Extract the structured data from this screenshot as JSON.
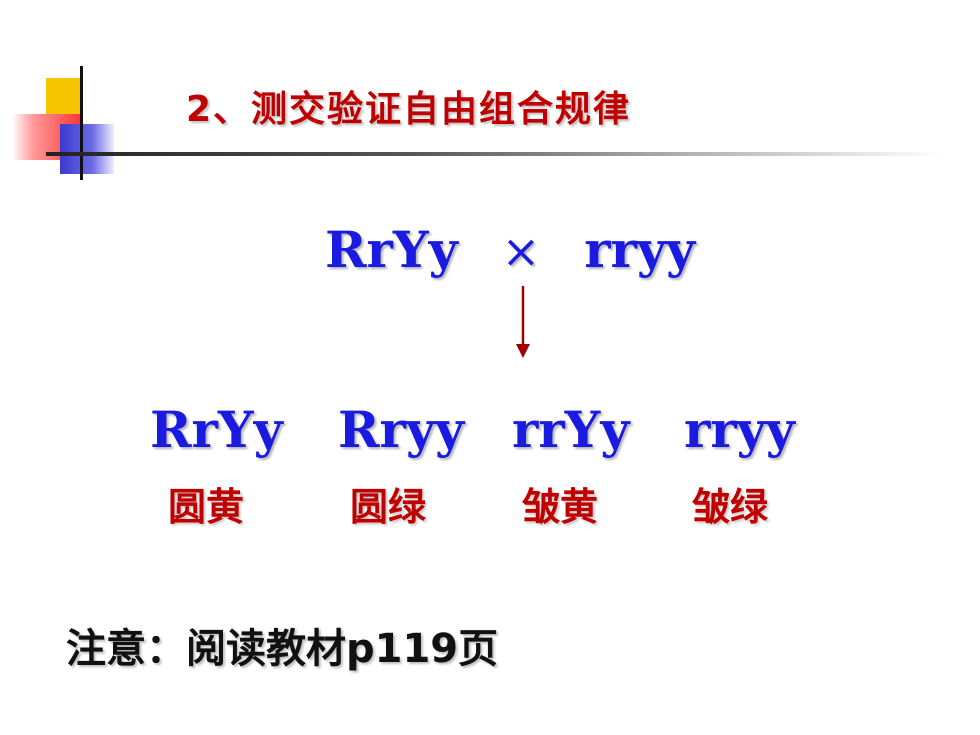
{
  "title": "2、测交验证自由组合规律",
  "cross": {
    "parent1": "RrYy",
    "symbol": "×",
    "parent2": "rryy"
  },
  "offspring": [
    {
      "genotype": "RrYy",
      "phenotype": "圆黄"
    },
    {
      "genotype": "Rryy",
      "phenotype": "圆绿"
    },
    {
      "genotype": "rrYy",
      "phenotype": "皱黄"
    },
    {
      "genotype": "rryy",
      "phenotype": "皱绿"
    }
  ],
  "note": "注意：阅读教材p119页",
  "colors": {
    "title": "#c00000",
    "genotype": "#1a1ae0",
    "phenotype": "#c00000",
    "arrow": "#a00000"
  }
}
